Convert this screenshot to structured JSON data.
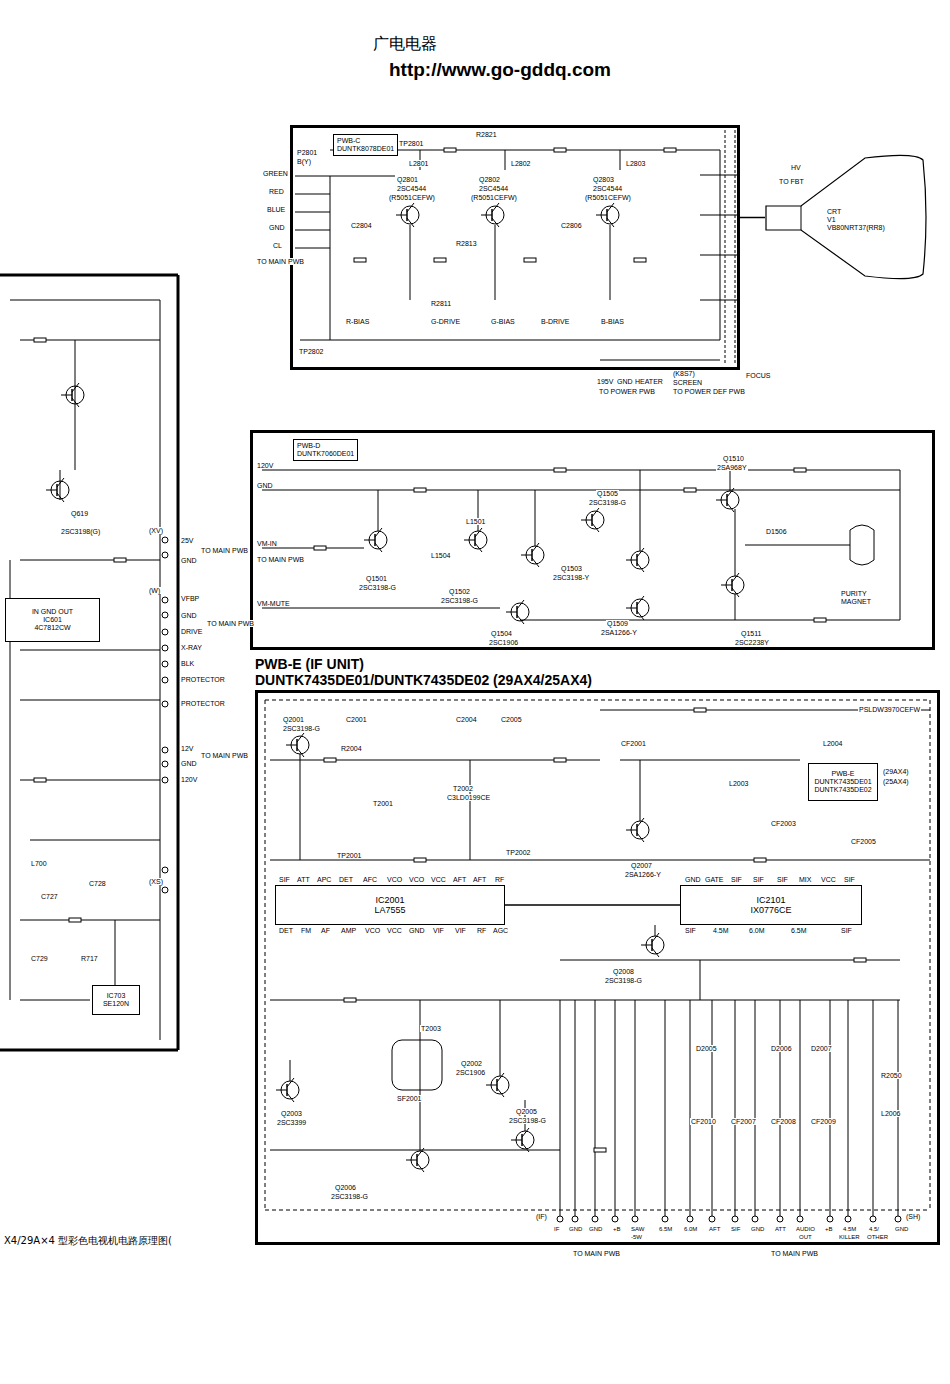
{
  "diagram": {
    "title": "广电电器",
    "caption": "X4/29A×4 型彩色电视机电路原理图(",
    "nodes": [
      {
        "text": [
          "PWB-C",
          "DUNTK8078DE01"
        ]
      },
      {
        "text": [
          "CRT",
          "V1",
          "VB80NRT37(RR8)"
        ]
      },
      {
        "text": [
          "PWB-D",
          "DUNTK7060DE01"
        ]
      },
      {
        "text": [
          "IN GND OUT",
          "IC601",
          "4C7812CW"
        ]
      },
      {
        "text": [
          "IC703",
          "SE120N"
        ]
      },
      {
        "text": [
          "PWB-E (IF UNIT)",
          "DUNTK7435DE01/DUNTK7435DE02 (29AX4/25AX4)"
        ]
      },
      {
        "text": [
          "IC2001",
          "LA7555"
        ],
        "in": 5
      },
      {
        "text": [
          "IC2101",
          "IX0776CE"
        ],
        "in": 5
      },
      {
        "text": [
          "PWB-E",
          "DUNTK7435DE01",
          "DUNTK7435DE02"
        ],
        "in": 5
      }
    ],
    "edges": [
      {
        "from": 0,
        "to": 1,
        "arrow": "none"
      },
      {
        "from": 6,
        "to": 7,
        "arrow": "none"
      }
    ],
    "labels": [
      "http://www.go-gddq.com",
      "P2801",
      "B(Y)",
      "GREEN",
      "RED",
      "BLUE",
      "GND",
      "CL",
      "TO MAIN PWB",
      "TP2801",
      "R2821",
      "L2801",
      "Q2801",
      "2SC4544",
      "(R5051CEFW)",
      "L2802",
      "Q2802",
      "2SC4544",
      "(R5051CEFW)",
      "L2803",
      "Q2803",
      "2SC4544",
      "(R5051CEFW)",
      "C2804",
      "R2813",
      "C2806",
      "R2811",
      "R-BIAS",
      "G-DRIVE",
      "G-BIAS",
      "B-DRIVE",
      "B-BIAS",
      "TP2802",
      "195V",
      "GND",
      "HEATER",
      "TO POWER PWB",
      "(K8S7)",
      "SCREEN",
      "TO POWER DEF PWB",
      "FOCUS",
      "HV",
      "TO FBT",
      "120V",
      "GND",
      "VM-IN",
      "TO MAIN PWB",
      "VM-MUTE",
      "Q1501",
      "2SC3198-G",
      "Q1502",
      "2SC3198-G",
      "Q1504",
      "2SC1906",
      "Q1503",
      "2SC3198-Y",
      "Q1505",
      "2SC3198-G",
      "Q1509",
      "2SA1266-Y",
      "Q1510",
      "2SA968Y",
      "Q1511",
      "2SC2238Y",
      "L1501",
      "L1504",
      "D1506",
      "PURITY",
      "MAGNET",
      "Q619",
      "2SC3198(G)",
      "(XV)",
      "25V",
      "GND",
      "TO MAIN PWB",
      "(W)",
      "VFBP",
      "GND",
      "DRIVE",
      "TO MAIN PWB",
      "X-RAY",
      "BLK",
      "PROTECTOR",
      "PROTECTOR",
      "12V",
      "GND",
      "TO MAIN PWB",
      "120V",
      "(XS)",
      "C727",
      "C728",
      "R717",
      "C729",
      "L700",
      "Q2001",
      "2SC3198-G",
      "C2001",
      "R2004",
      "C2004",
      "C2005",
      "T2002",
      "C3LD0199CE",
      "T2001",
      "TP2001",
      "TP2002",
      "CF2001",
      "L2003",
      "L2004",
      "CF2003",
      "CF2005",
      "PSLDW3970CEFW",
      "Q2007",
      "2SA1266-Y",
      "Q2008",
      "2SC3198-G",
      "T2003",
      "SF2001",
      "Q2002",
      "2SC1906",
      "Q2003",
      "2SC3399",
      "Q2005",
      "2SC3198-G",
      "Q2006",
      "2SC3198-G",
      "D2005",
      "D2006",
      "D2007",
      "CF2010",
      "CF2007",
      "CF2008",
      "CF2009",
      "R2050",
      "L2006",
      "(29AX4)",
      "(25AX4)",
      "SIF",
      "ATT",
      "APC",
      "DET",
      "AFC",
      "VCO",
      "VCO",
      "VCC",
      "AFT",
      "AFT",
      "RF",
      "DET",
      "FM",
      "AF",
      "AMP",
      "VCO",
      "VCC",
      "GND",
      "VIF",
      "VIF",
      "RF",
      "AGC",
      "GND",
      "GATE",
      "SIF",
      "SIF",
      "SIF",
      "MIX",
      "VCC",
      "SIF",
      "SIF",
      "4.5M",
      "6.0M",
      "6.5M",
      "SIF",
      "(IF)",
      "(SH)",
      "IF",
      "GND",
      "GND",
      "+B",
      "SAW",
      "6.5M",
      "6.0M",
      "AFT",
      "SIF",
      "GND",
      "ATT",
      "AUDIO",
      "+B",
      "4.5M",
      "4.5/",
      "GND",
      "-5W",
      "OUT",
      "KILLER",
      "OTHER",
      "TO MAIN PWB",
      "TO MAIN PWB"
    ]
  }
}
